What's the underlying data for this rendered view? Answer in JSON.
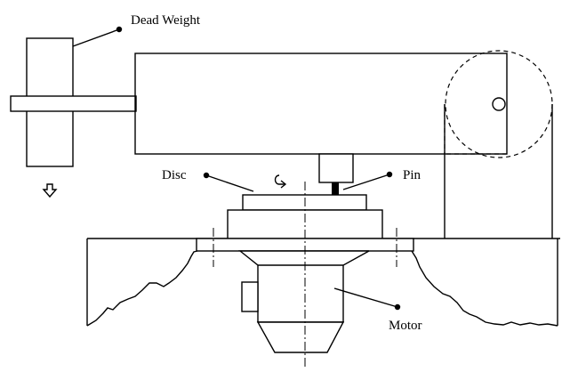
{
  "labels": {
    "dead_weight": "Dead Weight",
    "disc": "Disc",
    "pin": "Pin",
    "motor": "Motor"
  },
  "colors": {
    "line": "#000000",
    "background": "#ffffff"
  },
  "icons": {
    "rotation": "counterclockwise-rotation-arrow-icon",
    "load_direction": "down-arrow-icon"
  }
}
